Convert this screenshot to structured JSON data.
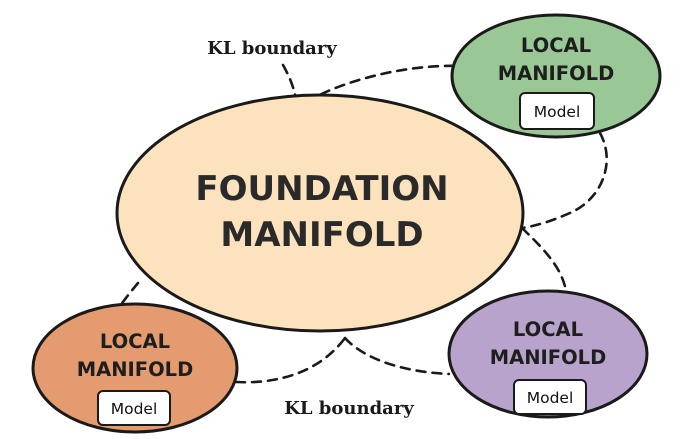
{
  "foundation": {
    "line1": "FOUNDATION",
    "line2": "MANIFOLD",
    "fill": "#fde3bd"
  },
  "local_green": {
    "line1": "LOCAL",
    "line2": "MANIFOLD",
    "model": "Model",
    "fill": "#99c795"
  },
  "local_orange": {
    "line1": "LOCAL",
    "line2": "MANIFOLD",
    "model": "Model",
    "fill": "#e49b70"
  },
  "local_purple": {
    "line1": "LOCAL",
    "line2": "MANIFOLD",
    "model": "Model",
    "fill": "#b8a3cd"
  },
  "kl_labels": {
    "top": "KL boundary",
    "bottom": "KL boundary"
  }
}
